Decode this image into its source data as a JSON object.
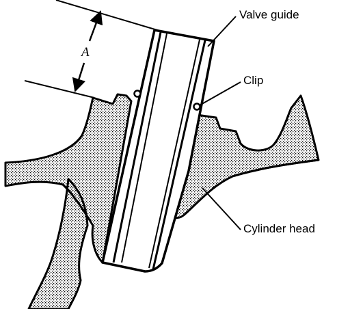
{
  "labels": {
    "valve_guide": "Valve guide",
    "clip": "Clip",
    "cylinder_head": "Cylinder head",
    "dimension": "A"
  },
  "colors": {
    "ink": "#000000",
    "paper": "#ffffff"
  }
}
